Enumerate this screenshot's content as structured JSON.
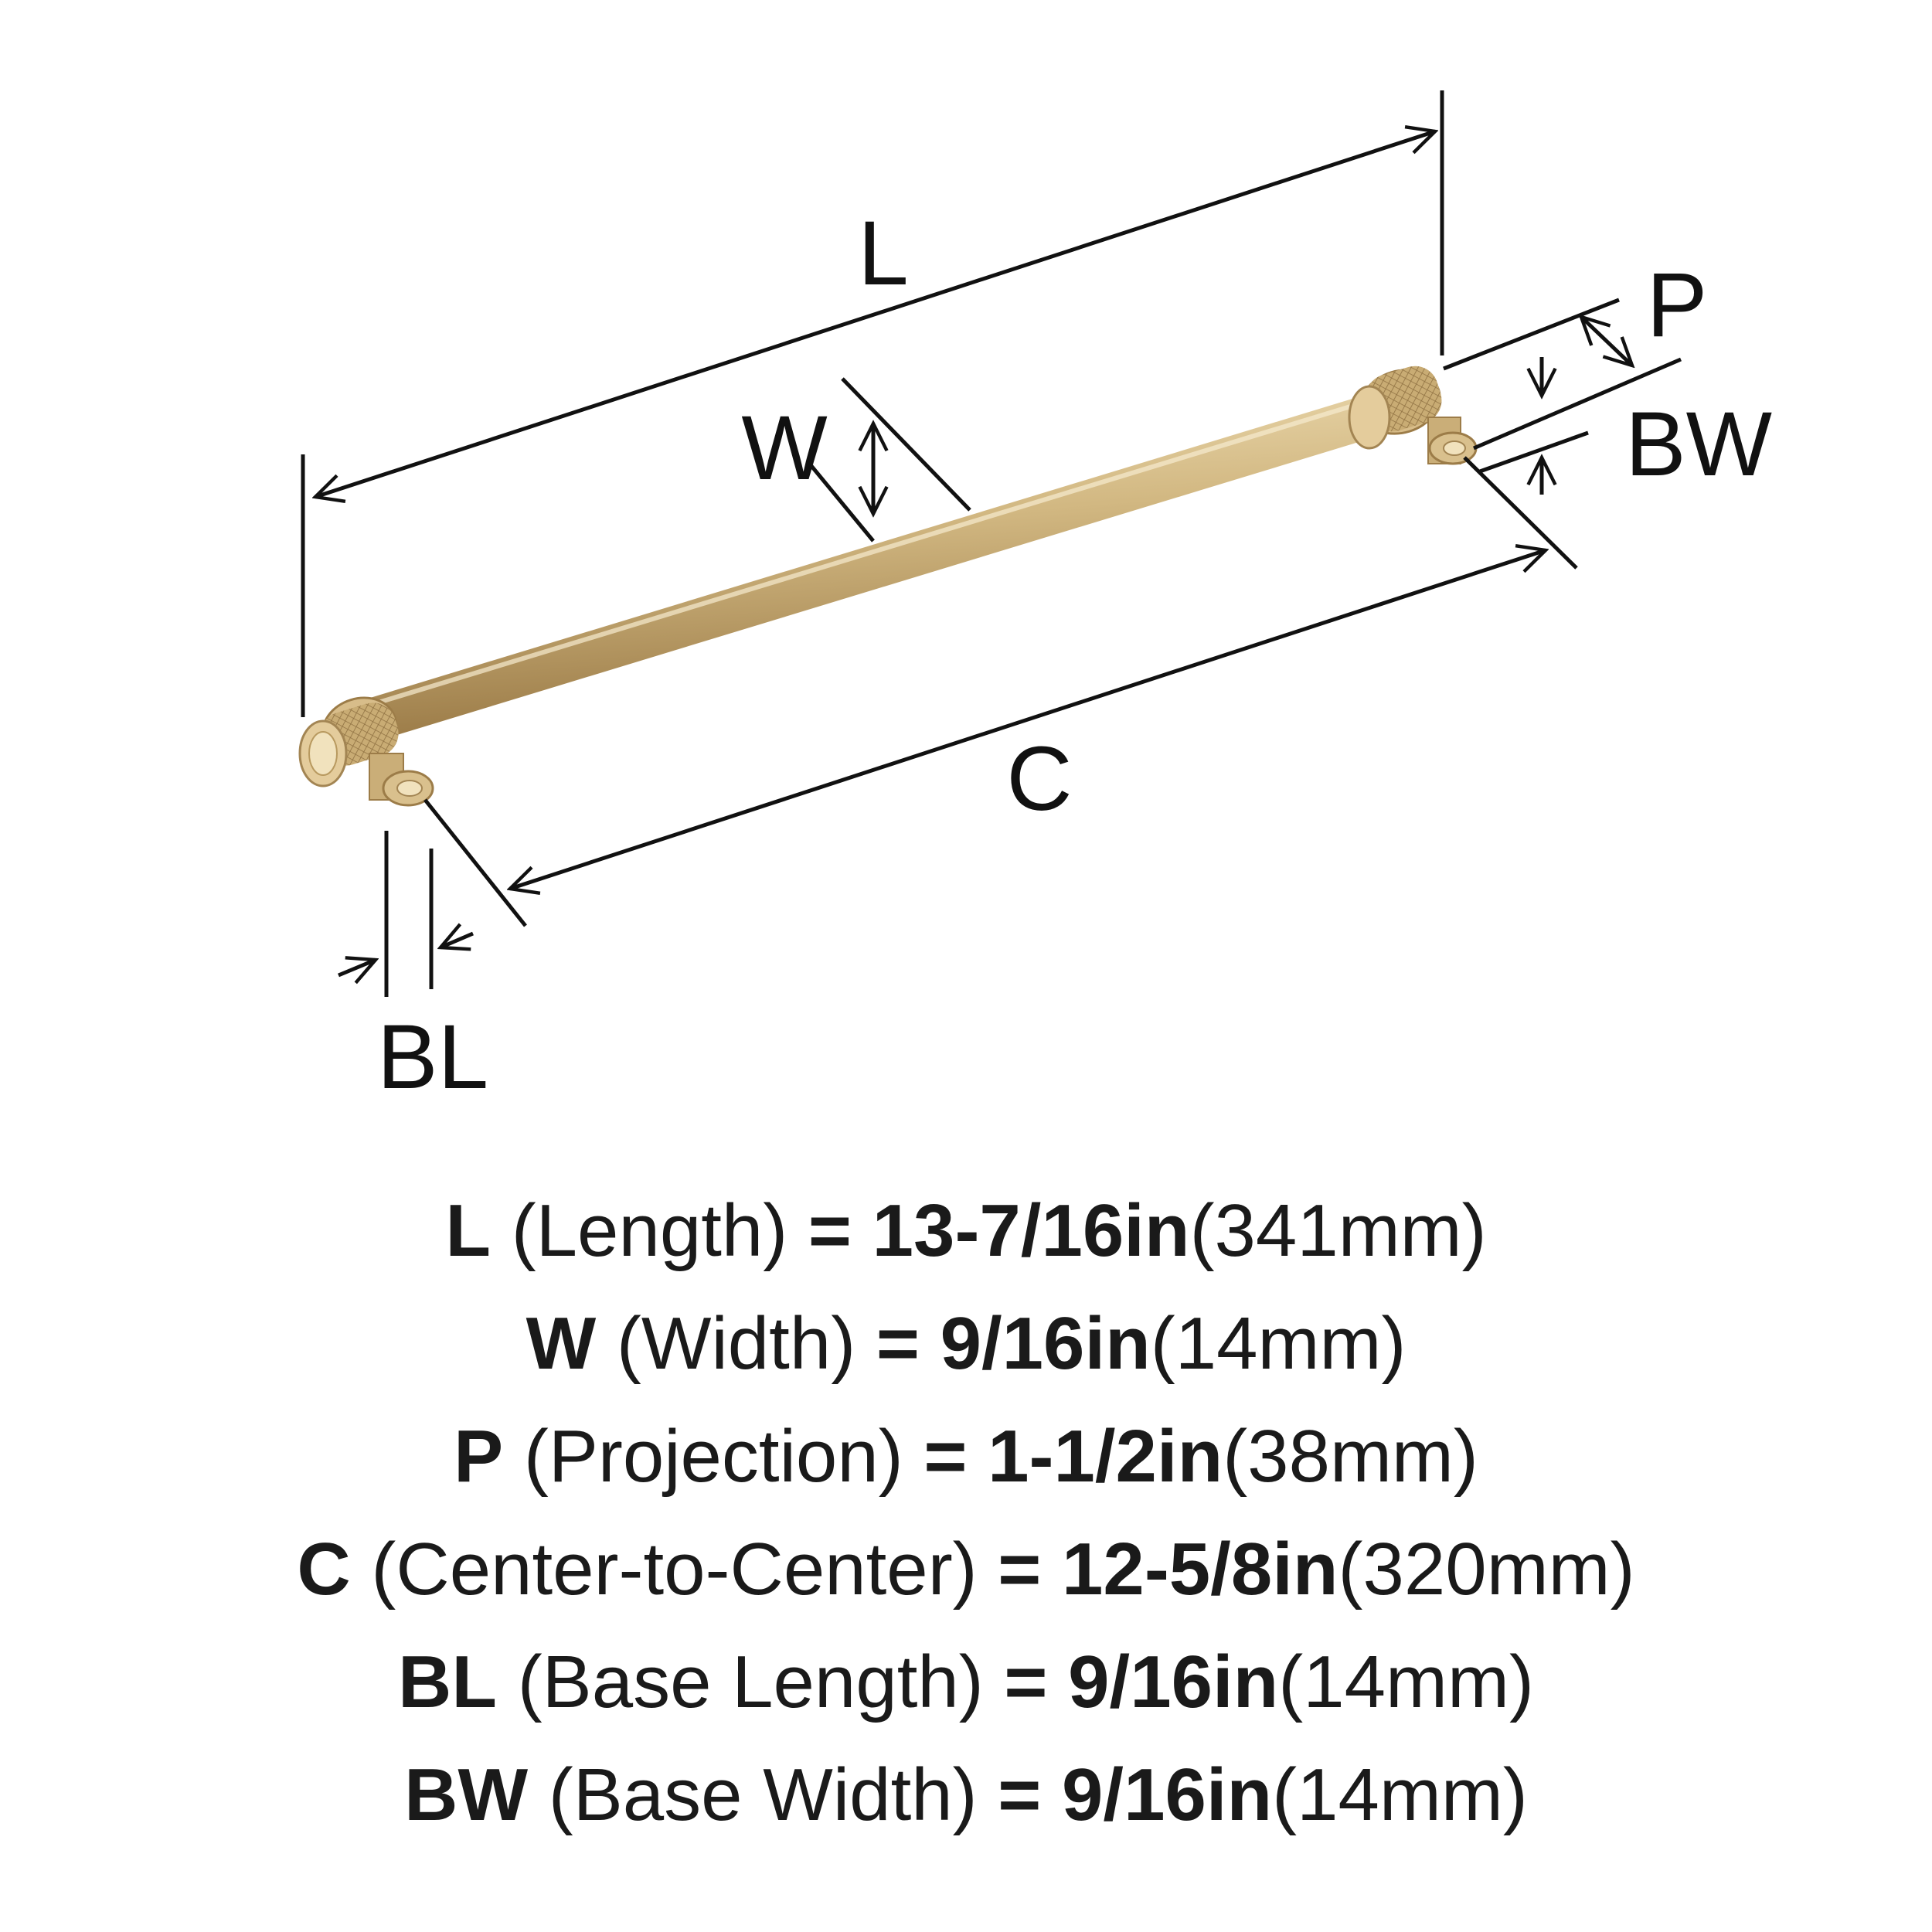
{
  "diagram": {
    "labels": {
      "L": "L",
      "W": "W",
      "P": "P",
      "BW": "BW",
      "C": "C",
      "BL": "BL"
    },
    "colors": {
      "line": "#111111",
      "brass_light": "#e6d1a2",
      "brass_mid": "#c9ac74",
      "brass_dark": "#9c7c48"
    }
  },
  "specs": [
    {
      "code": "L",
      "name": "(Length)",
      "eq": "=",
      "imperial": "13-7/16in",
      "metric": "(341mm)"
    },
    {
      "code": "W",
      "name": "(Width)",
      "eq": "=",
      "imperial": "9/16in",
      "metric": "(14mm)"
    },
    {
      "code": "P",
      "name": "(Projection)",
      "eq": "=",
      "imperial": "1-1/2in",
      "metric": "(38mm)"
    },
    {
      "code": "C",
      "name": "(Center-to-Center)",
      "eq": "=",
      "imperial": "12-5/8in",
      "metric": "(320mm)"
    },
    {
      "code": "BL",
      "name": "(Base Length)",
      "eq": "=",
      "imperial": "9/16in",
      "metric": "(14mm)"
    },
    {
      "code": "BW",
      "name": "(Base Width)",
      "eq": "=",
      "imperial": "9/16in",
      "metric": "(14mm)"
    }
  ]
}
